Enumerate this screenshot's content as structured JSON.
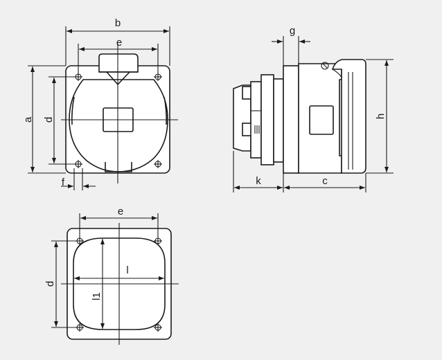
{
  "labels": {
    "b": "b",
    "e_top": "e",
    "a": "a",
    "d_front": "d",
    "f": "f",
    "g": "g",
    "h": "h",
    "k": "k",
    "c": "c",
    "e_cutout": "e",
    "d_cutout": "d",
    "l": "l",
    "l1": "l1"
  }
}
